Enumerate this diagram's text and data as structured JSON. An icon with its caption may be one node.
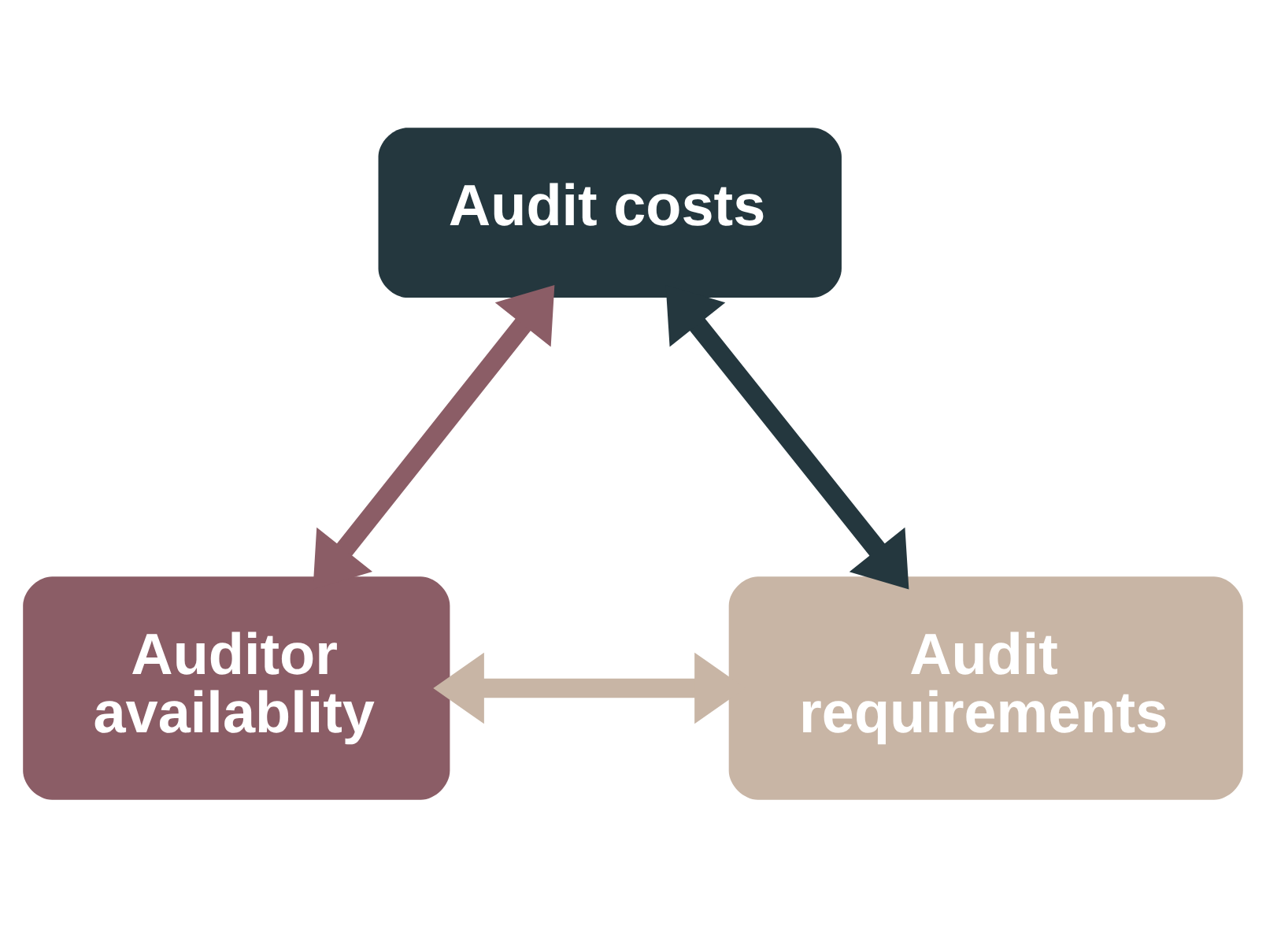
{
  "diagram": {
    "nodes": [
      {
        "text": [
          "Audit costs"
        ]
      },
      {
        "text": [
          "Auditor availablity"
        ]
      },
      {
        "text": [
          "Audit requirements"
        ]
      }
    ],
    "edges": [
      {
        "from": 0,
        "to": 1,
        "arrow": "both",
        "color": "#8b5d66"
      },
      {
        "from": 0,
        "to": 2,
        "arrow": "both",
        "color": "#24373e"
      },
      {
        "from": 1,
        "to": 2,
        "arrow": "both",
        "color": "#c8b5a5"
      }
    ]
  }
}
